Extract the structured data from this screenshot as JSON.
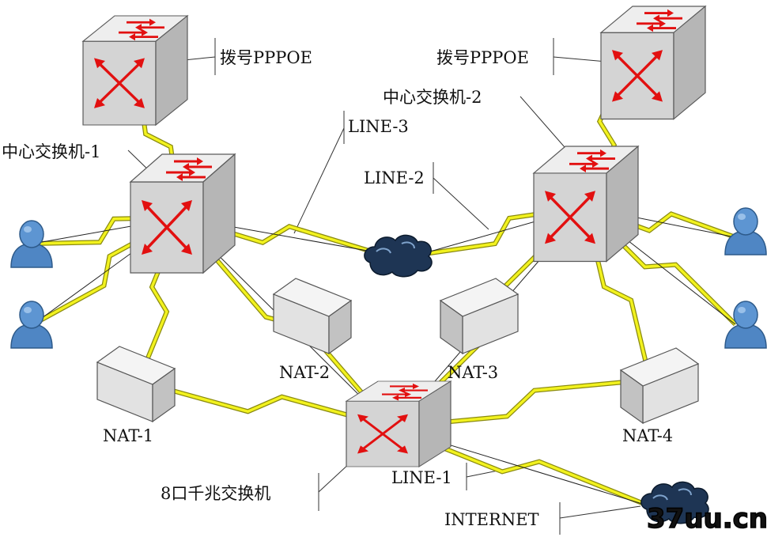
{
  "labels": {
    "dialup_left": "拨号PPPOE",
    "dialup_right": "拨号PPPOE",
    "core_switch_1": "中心交换机-1",
    "core_switch_2": "中心交换机-2",
    "line_1": "LINE-1",
    "line_2": "LINE-2",
    "line_3": "LINE-3",
    "nat_1": "NAT-1",
    "nat_2": "NAT-2",
    "nat_3": "NAT-3",
    "nat_4": "NAT-4",
    "gigabit_switch": "8口千兆交换机",
    "internet": "INTERNET"
  },
  "watermark": {
    "text": "37uu.cn"
  },
  "colors": {
    "link": "#f2f21e",
    "link_stroke": "#8a8a10",
    "switch_top": "#ececec",
    "switch_left": "#d2d2d2",
    "switch_right": "#b4b4b4",
    "arrow": "#e21010",
    "user": "#4f86c4",
    "cloud": "#1e3554"
  }
}
